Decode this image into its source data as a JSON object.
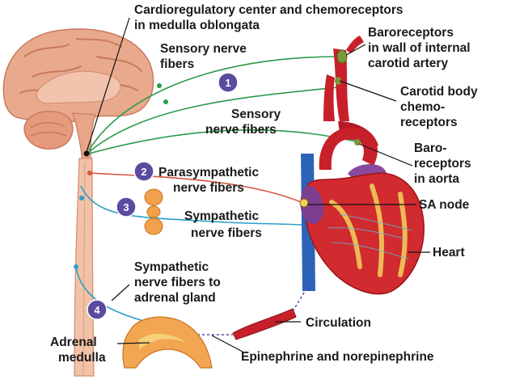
{
  "labels": {
    "cardioregulatory_line1": "Cardioregulatory center and chemoreceptors",
    "cardioregulatory_line2": "in medulla oblongata",
    "sensory_upper_line1": "Sensory nerve",
    "sensory_upper_line2": "fibers",
    "sensory_lower_line1": "Sensory",
    "sensory_lower_line2": "nerve fibers",
    "baroreceptors_carotid_line1": "Baroreceptors",
    "baroreceptors_carotid_line2": "in wall of internal",
    "baroreceptors_carotid_line3": "carotid artery",
    "carotid_body_line1": "Carotid body",
    "carotid_body_line2": "chemo-",
    "carotid_body_line3": "receptors",
    "baroreceptors_aorta_line1": "Baro-",
    "baroreceptors_aorta_line2": "receptors",
    "baroreceptors_aorta_line3": "in aorta",
    "parasympathetic_line1": "Parasympathetic",
    "parasympathetic_line2": "nerve fibers",
    "sympathetic_line1": "Sympathetic",
    "sympathetic_line2": "nerve fibers",
    "sa_node": "SA node",
    "heart": "Heart",
    "sympathetic_adrenal_line1": "Sympathetic",
    "sympathetic_adrenal_line2": "nerve fibers to",
    "sympathetic_adrenal_line3": "adrenal gland",
    "adrenal_medulla_line1": "Adrenal",
    "adrenal_medulla_line2": "medulla",
    "circulation": "Circulation",
    "epinephrine": "Epinephrine and norepinephrine"
  },
  "steps": [
    "1",
    "2",
    "3",
    "4"
  ],
  "colors": {
    "sensory_fiber": "#2a9b4a",
    "parasympathetic_fiber": "#d4553a",
    "sympathetic_fiber": "#2a9fc9",
    "step_badge": "#5b4aa0",
    "artery_red": "#c8202a",
    "vein_blue": "#2c63b8",
    "brain_pink": "#e8a58a"
  }
}
